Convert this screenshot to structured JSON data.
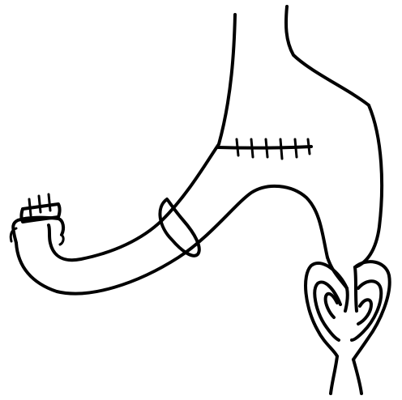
{
  "diagram": {
    "background": "#ffffff",
    "ink_color": "#000000",
    "parts": [
      "esophagus",
      "gastric-tube",
      "suture-line",
      "ligature-loop",
      "closed-stump",
      "pylorus",
      "duodenum"
    ]
  }
}
